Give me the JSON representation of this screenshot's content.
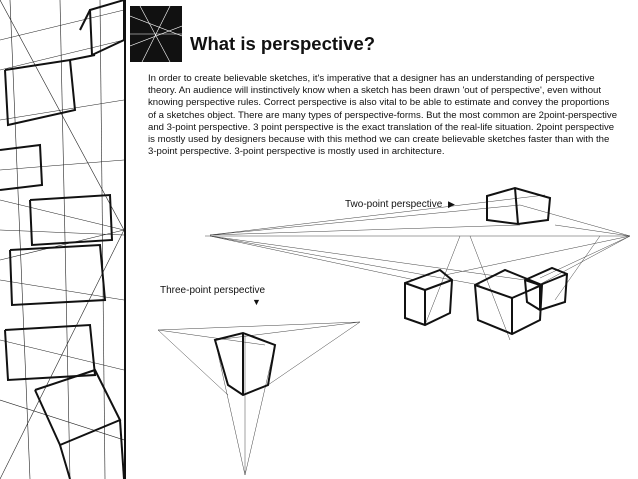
{
  "title": "What is perspective?",
  "body": "In order to create believable sketches, it's imperative that a designer has an understanding of perspective theory. An audience will instinctively know when a sketch has been drawn 'out of perspective', even without knowing perspective rules. Correct perspective is also vital to be able to estimate and convey the proportions of a sketches object. There are many types of perspective-forms. But the most common are 2point-perspective and 3-point perspective. 3 point perspective is the exact translation of the real-life situation. 2point perspective is mostly used by designers because with this method we can create believable sketches faster than with the 3-point perspective. 3-point perspective is mostly used in architecture.",
  "labels": {
    "two_point": "Two-point perspective",
    "three_point": "Three-point perspective"
  },
  "icons": {
    "two_point_arrow": "right-triangle-arrow-icon",
    "three_point_arrow": "down-triangle-arrow-icon"
  },
  "colors": {
    "ink": "#111111",
    "background": "#ffffff"
  }
}
